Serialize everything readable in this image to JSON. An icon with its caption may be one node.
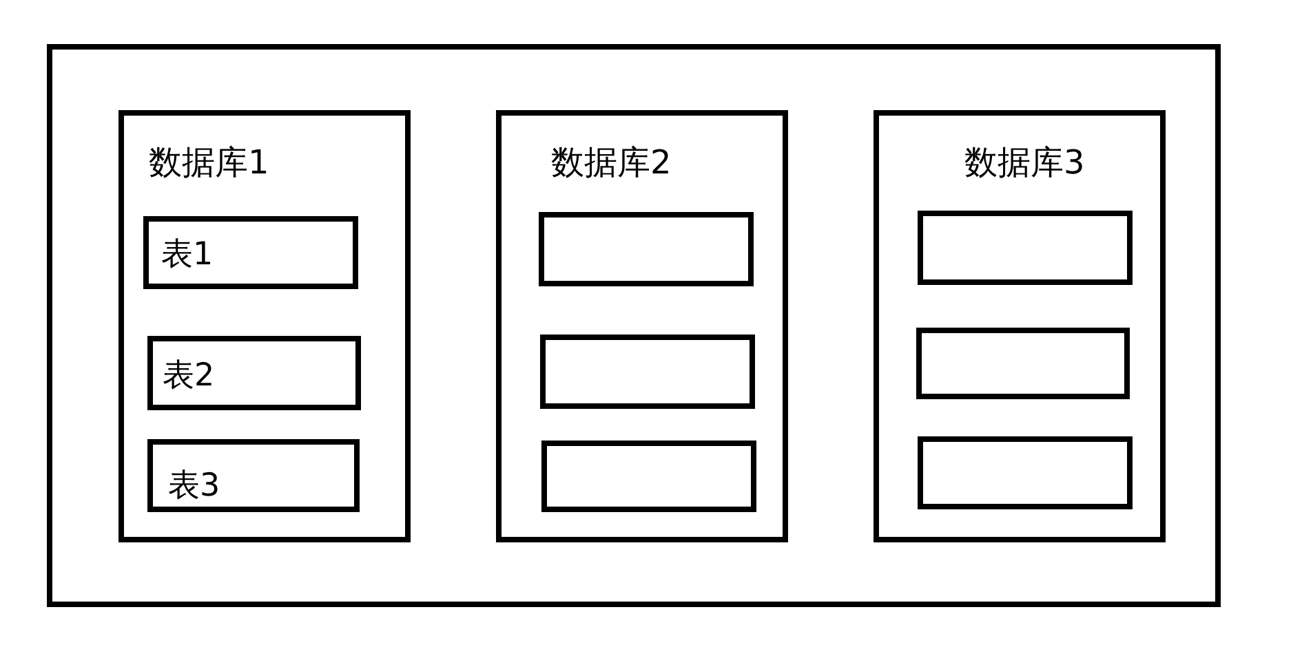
{
  "diagram": {
    "nodes": [
      {
        "text": [],
        "shape": "box"
      },
      {
        "text": [
          "数据库1"
        ],
        "in": 0
      },
      {
        "text": [
          "表1"
        ],
        "in": 1
      },
      {
        "text": [
          "表2"
        ],
        "in": 1
      },
      {
        "text": [
          "表3"
        ],
        "in": 1
      },
      {
        "text": [
          "数据库2"
        ],
        "in": 0
      },
      {
        "text": [],
        "shape": "box",
        "in": 5
      },
      {
        "text": [],
        "shape": "box",
        "in": 5
      },
      {
        "text": [],
        "shape": "box",
        "in": 5
      },
      {
        "text": [
          "数据库3"
        ],
        "in": 0
      },
      {
        "text": [],
        "shape": "box",
        "in": 9
      },
      {
        "text": [],
        "shape": "box",
        "in": 9
      },
      {
        "text": [],
        "shape": "box",
        "in": 9
      }
    ],
    "edges": []
  }
}
